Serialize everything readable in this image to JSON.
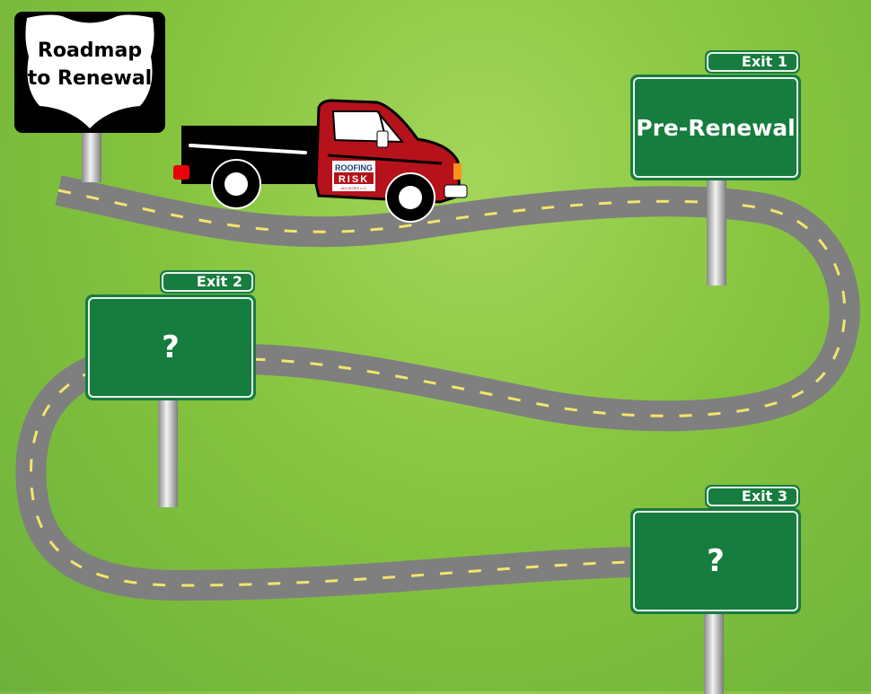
{
  "title_sign": {
    "line1": "Roadmap",
    "line2": "to Renewal"
  },
  "exits": [
    {
      "tab": "Exit 1",
      "label": "Pre-Renewal"
    },
    {
      "tab": "Exit 2",
      "label": "?"
    },
    {
      "tab": "Exit 3",
      "label": "?"
    }
  ],
  "truck": {
    "logo_top": "ROOFING",
    "logo_middle": "RISK",
    "logo_bottom": "ADVISORS LLC"
  },
  "colors": {
    "sign_green": "#177c3f",
    "road": "#7f7f7f",
    "road_line": "#f3e56b",
    "truck_cab": "#b5121b",
    "truck_bed": "#000000",
    "logo_blue": "#1f3b73"
  }
}
